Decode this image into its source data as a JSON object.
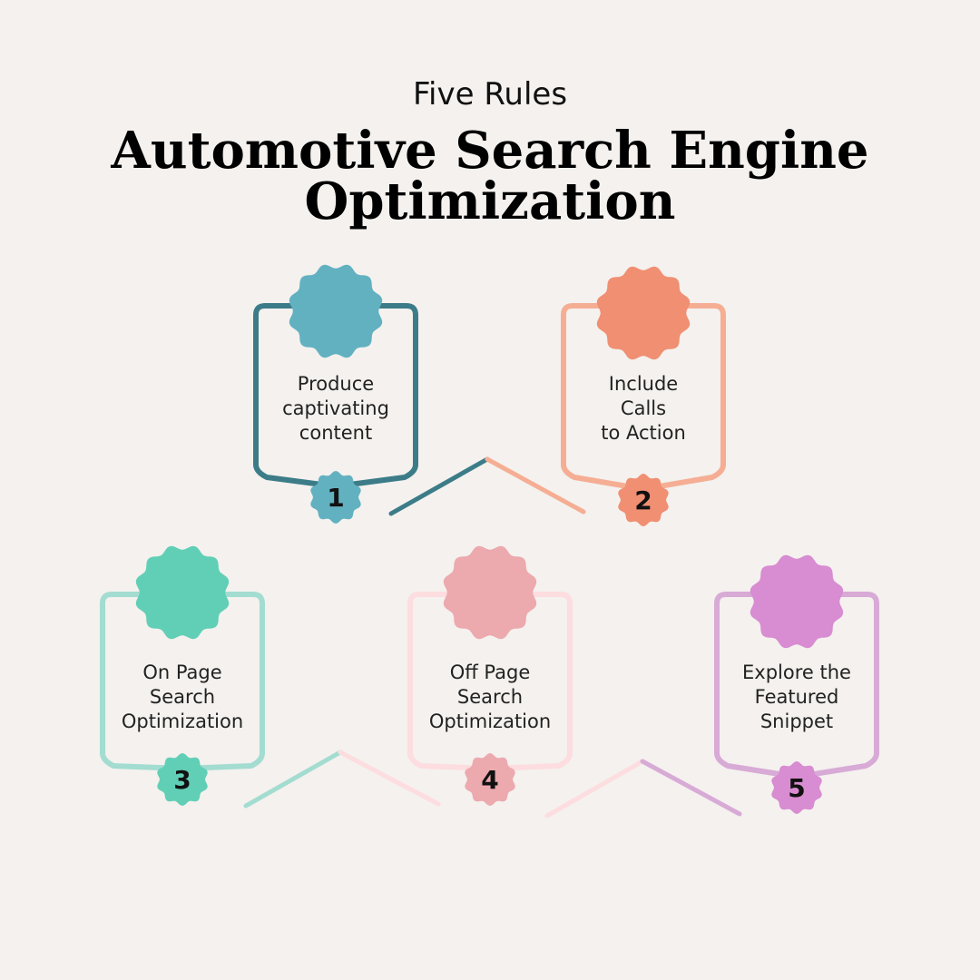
{
  "header": {
    "subtitle": "Five Rules",
    "title_line1": "Automotive Search Engine",
    "title_line2": "Optimization"
  },
  "colors": {
    "background": "#f4f1ee",
    "rule1_badge": "#62b1c1",
    "rule1_frame": "#3c7c88",
    "rule2_badge": "#f08f72",
    "rule2_frame": "#f5ae94",
    "rule3_badge": "#61cfb6",
    "rule3_frame": "#a3dcd0",
    "rule4_badge": "#eca9ae",
    "rule4_frame": "#fddddf",
    "rule5_badge": "#d88cd1",
    "rule5_frame": "#d8aad6"
  },
  "rules": [
    {
      "number": "1",
      "lines": [
        "Produce",
        "captivating",
        "content"
      ]
    },
    {
      "number": "2",
      "lines": [
        "Include",
        "Calls",
        "to Action"
      ]
    },
    {
      "number": "3",
      "lines": [
        "On Page",
        "Search",
        "Optimization"
      ]
    },
    {
      "number": "4",
      "lines": [
        "Off Page",
        "Search",
        "Optimization"
      ]
    },
    {
      "number": "5",
      "lines": [
        "Explore the",
        "Featured",
        "Snippet"
      ]
    }
  ]
}
